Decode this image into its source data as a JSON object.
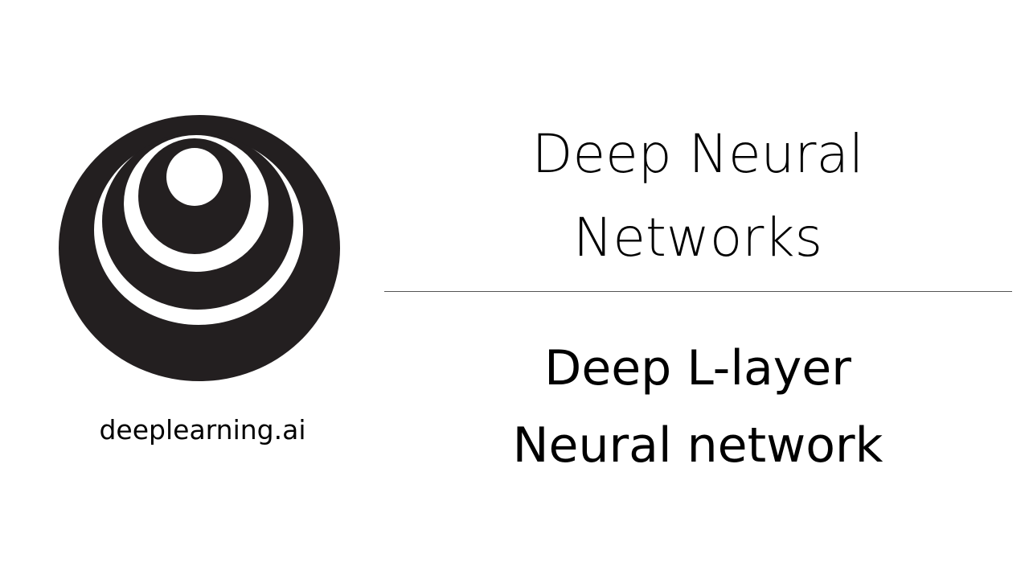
{
  "brand": {
    "name": "deeplearning.ai",
    "logo_icon": "concentric-rings-logo-icon",
    "logo_color": "#231f20"
  },
  "title": {
    "line1": "Deep Neural",
    "line2": "Networks"
  },
  "subtitle": {
    "line1": "Deep L-layer",
    "line2": "Neural network"
  },
  "colors": {
    "background": "#ffffff",
    "text": "#000000",
    "divider": "#555555"
  }
}
